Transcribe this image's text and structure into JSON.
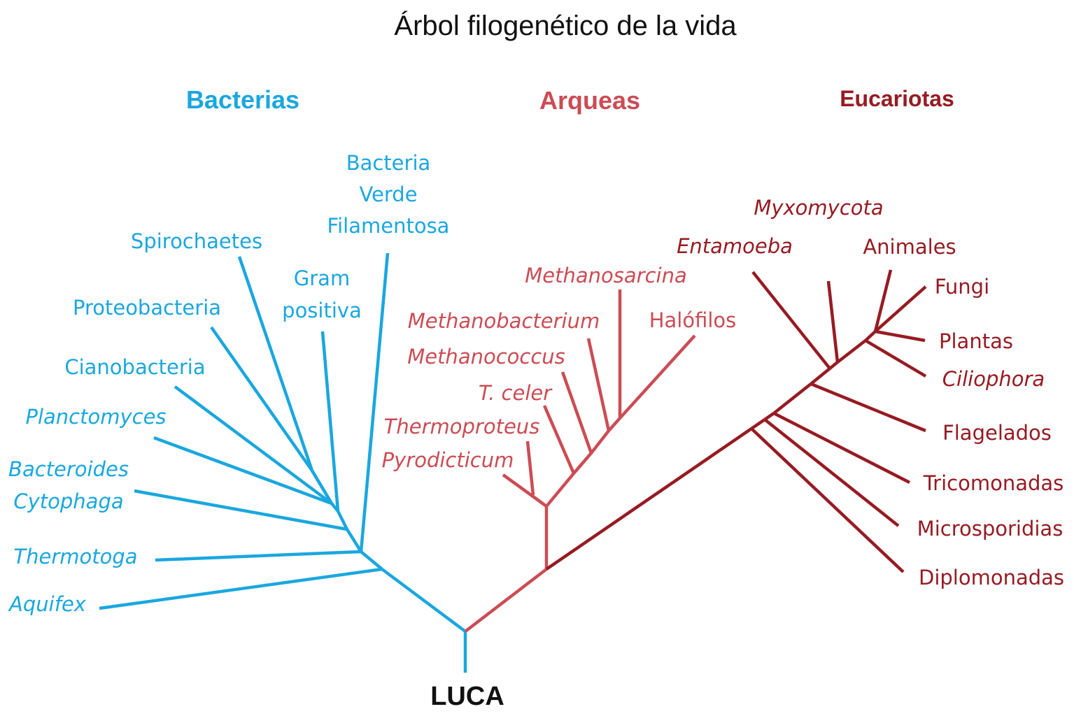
{
  "title": "Árbol filogenético de la vida",
  "root": {
    "label": "LUCA"
  },
  "colors": {
    "bacterias": "#1aa7df",
    "arqueas": "#cc4c54",
    "eucariotas": "#971b22",
    "title": "#111111"
  },
  "domains": [
    {
      "id": "bacterias",
      "name": "Bacterias",
      "leaves": [
        {
          "id": "bacteria-verde-filamentosa",
          "label": [
            "Bacteria",
            "Verde",
            "Filamentosa"
          ],
          "italic": false
        },
        {
          "id": "spirochaetes",
          "label": [
            "Spirochaetes"
          ],
          "italic": false
        },
        {
          "id": "gram-positiva",
          "label": [
            "Gram",
            "positiva"
          ],
          "italic": false
        },
        {
          "id": "proteobacteria",
          "label": [
            "Proteobacteria"
          ],
          "italic": false
        },
        {
          "id": "cianobacteria",
          "label": [
            "Cianobacteria"
          ],
          "italic": false
        },
        {
          "id": "planctomyces",
          "label": [
            "Planctomyces"
          ],
          "italic": true
        },
        {
          "id": "bacteroides-cytophaga",
          "label": [
            "Bacteroides",
            "Cytophaga"
          ],
          "italic": true
        },
        {
          "id": "thermotoga",
          "label": [
            "Thermotoga"
          ],
          "italic": true
        },
        {
          "id": "aquifex",
          "label": [
            "Aquifex"
          ],
          "italic": true
        }
      ]
    },
    {
      "id": "arqueas",
      "name": "Arqueas",
      "leaves": [
        {
          "id": "methanosarcina",
          "label": [
            "Methanosarcina"
          ],
          "italic": true
        },
        {
          "id": "halofilos",
          "label": [
            "Halófilos"
          ],
          "italic": false
        },
        {
          "id": "methanobacterium",
          "label": [
            "Methanobacterium"
          ],
          "italic": true
        },
        {
          "id": "methanococcus",
          "label": [
            "Methanococcus"
          ],
          "italic": true
        },
        {
          "id": "t-celer",
          "label": [
            "T. celer"
          ],
          "italic": true
        },
        {
          "id": "thermoproteus",
          "label": [
            "Thermoproteus"
          ],
          "italic": true
        },
        {
          "id": "pyrodicticum",
          "label": [
            "Pyrodicticum"
          ],
          "italic": true
        }
      ]
    },
    {
      "id": "eucariotas",
      "name": "Eucariotas",
      "leaves": [
        {
          "id": "myxomycota",
          "label": [
            "Myxomycota"
          ],
          "italic": true
        },
        {
          "id": "entamoeba",
          "label": [
            "Entamoeba"
          ],
          "italic": true
        },
        {
          "id": "animales",
          "label": [
            "Animales"
          ],
          "italic": false
        },
        {
          "id": "fungi",
          "label": [
            "Fungi"
          ],
          "italic": false
        },
        {
          "id": "plantas",
          "label": [
            "Plantas"
          ],
          "italic": false
        },
        {
          "id": "ciliophora",
          "label": [
            "Ciliophora"
          ],
          "italic": true
        },
        {
          "id": "flagelados",
          "label": [
            "Flagelados"
          ],
          "italic": false
        },
        {
          "id": "tricomonadas",
          "label": [
            "Tricomonadas"
          ],
          "italic": false
        },
        {
          "id": "microsporidias",
          "label": [
            "Microsporidias"
          ],
          "italic": false
        },
        {
          "id": "diplomonadas",
          "label": [
            "Diplomonadas"
          ],
          "italic": false
        }
      ]
    }
  ]
}
